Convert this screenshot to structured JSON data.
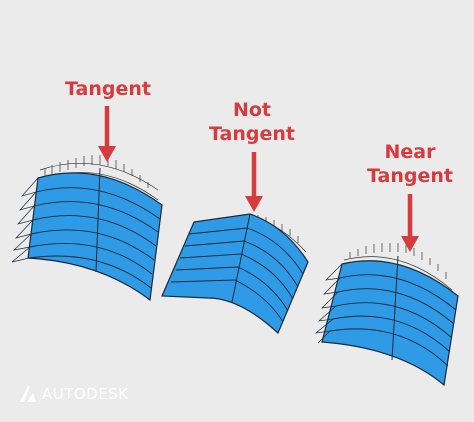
{
  "labels": {
    "tangent": "Tangent",
    "not_tangent_line1": "Not",
    "not_tangent_line2": "Tangent",
    "near_tangent_line1": "Near",
    "near_tangent_line2": "Tangent"
  },
  "brand": {
    "name": "AUTODESK"
  },
  "colors": {
    "background": "#ebebeb",
    "surface_fill": "#2f9be7",
    "surface_stroke": "#1a2a3a",
    "arrow": "#d73b3e",
    "brand_text": "#ffffff"
  }
}
